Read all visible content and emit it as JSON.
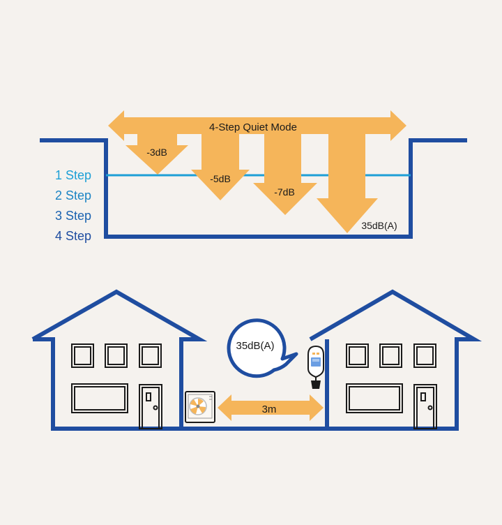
{
  "quiet_mode": {
    "title": "4-Step Quiet Mode",
    "steps": [
      "1 Step",
      "2 Step",
      "3 Step",
      "4 Step"
    ],
    "reductions": [
      "-3dB",
      "-5dB",
      "-7dB",
      "35dB(A)"
    ]
  },
  "neighbor_scene": {
    "bubble_text": "35dB(A)",
    "distance_label": "3m"
  },
  "colors": {
    "background": "#f5f2ee",
    "navy": "#1f4da0",
    "light_blue": "#1d9fd6",
    "orange": "#f5b55a",
    "text": "#1a1a1a"
  }
}
